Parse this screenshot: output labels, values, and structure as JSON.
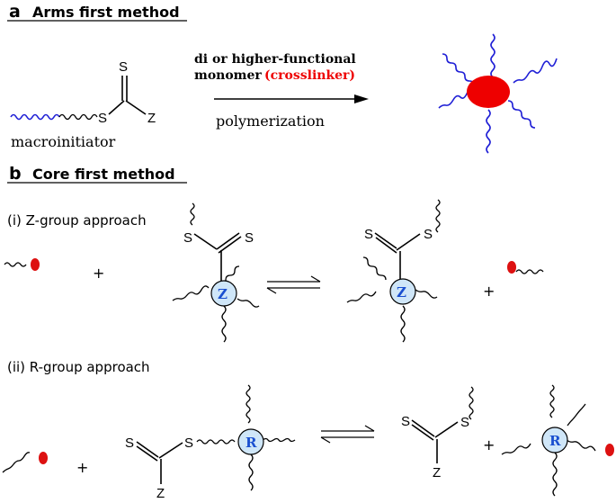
{
  "section_a": {
    "letter": "a",
    "title": "Arms first method",
    "macroinitiator_label": "macroinitiator",
    "atom_s": "S",
    "atom_z": "Z",
    "reagent_line1": "di or higher-functional",
    "reagent_line2": "monomer",
    "reagent_highlight": "(crosslinker)",
    "process_label": "polymerization"
  },
  "section_b": {
    "letter": "b",
    "title": "Core first method",
    "z_approach_label": "(i) Z-group approach",
    "r_approach_label": "(ii) R-group approach",
    "plus": "+",
    "atom_s": "S",
    "atom_z": "Z",
    "core_z": "Z",
    "core_r": "R"
  },
  "colors": {
    "arm_blue": "#1f1fd6",
    "core_red": "#ee0000",
    "core_light_blue": "#cfe6f8",
    "core_letter_blue": "#1a4fd0",
    "end_group_red": "#dd1111"
  }
}
